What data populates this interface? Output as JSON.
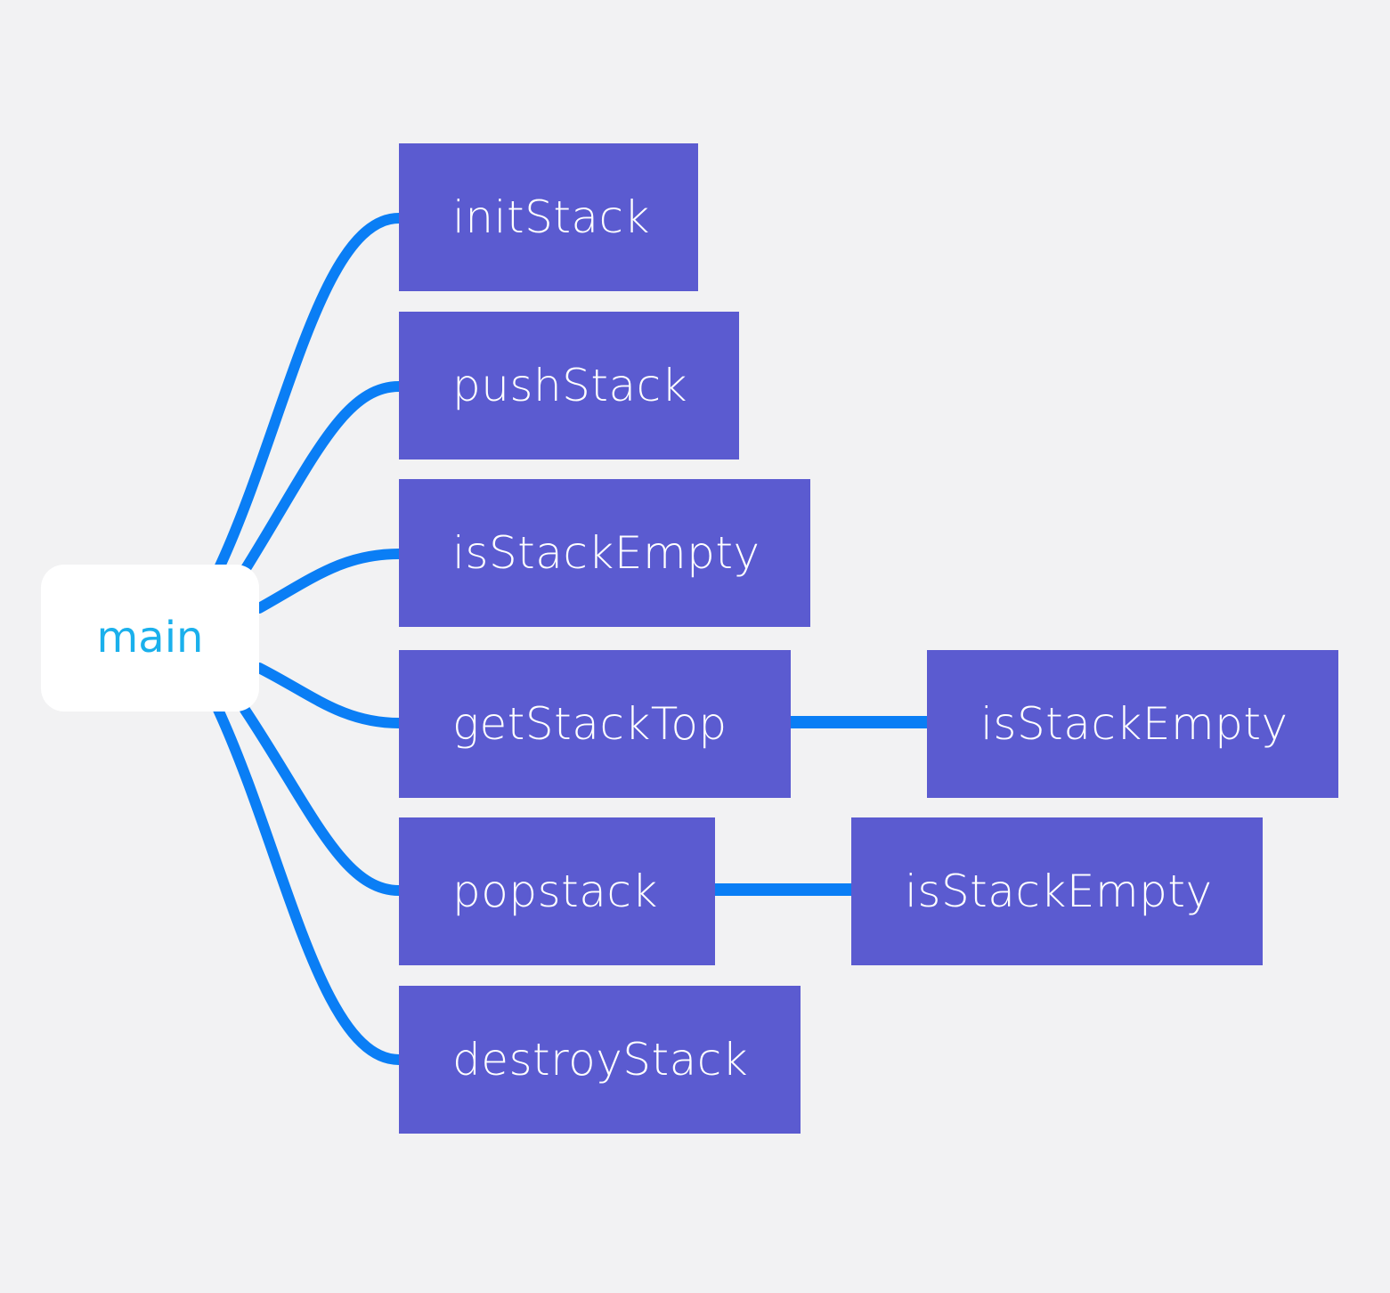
{
  "root": {
    "label": "main"
  },
  "children": [
    {
      "label": "initStack"
    },
    {
      "label": "pushStack"
    },
    {
      "label": "isStackEmpty"
    },
    {
      "label": "getStackTop",
      "children": [
        {
          "label": "isStackEmpty"
        }
      ]
    },
    {
      "label": "popstack",
      "children": [
        {
          "label": "isStackEmpty"
        }
      ]
    },
    {
      "label": "destroyStack"
    }
  ],
  "colors": {
    "background": "#f2f2f3",
    "node_fill": "#5b5bd0",
    "node_text": "#ffffff",
    "root_fill": "#ffffff",
    "root_text": "#1ab0ec",
    "connector": "#0a7ef5"
  }
}
